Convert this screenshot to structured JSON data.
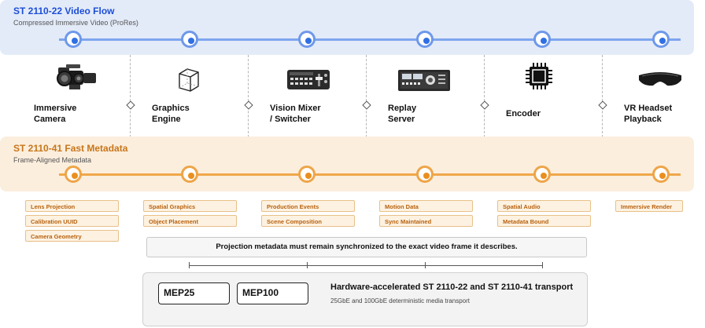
{
  "video_flow": {
    "title": "ST 2110-22 Video Flow",
    "subtitle": "Compressed Immersive Video (ProRes)",
    "color": "#2f6fe4"
  },
  "metadata_flow": {
    "title": "ST 2110-41 Fast Metadata",
    "subtitle": "Frame-Aligned Metadata",
    "color": "#ea8f1e"
  },
  "stages": [
    {
      "label": "Immersive\nCamera",
      "icon": "camera-icon"
    },
    {
      "label": "Graphics\nEngine",
      "icon": "cube-icon"
    },
    {
      "label": "Vision Mixer\n/ Switcher",
      "icon": "switcher-icon"
    },
    {
      "label": "Replay\nServer",
      "icon": "server-icon"
    },
    {
      "label": "Encoder",
      "icon": "chip-icon"
    },
    {
      "label": "VR Headset\nPlayback",
      "icon": "vr-headset-icon"
    }
  ],
  "metadata_chips": [
    [
      "Lens Projection",
      "Calibration UUID",
      "Camera Geometry"
    ],
    [
      "Spatial Graphics",
      "Object Placement"
    ],
    [
      "Production Events",
      "Scene Composition"
    ],
    [
      "Motion Data",
      "Sync Maintained"
    ],
    [
      "Spatial Audio",
      "Metadata Bound"
    ],
    [
      "Immersive Render"
    ]
  ],
  "sync_note": "Projection metadata must remain synchronized to the exact video frame it describes.",
  "hardware": {
    "models": [
      "MEP25",
      "MEP100"
    ],
    "title": "Hardware-accelerated ST 2110-22 and ST 2110-41 transport",
    "subtitle": "25GbE and 100GbE deterministic media transport"
  }
}
